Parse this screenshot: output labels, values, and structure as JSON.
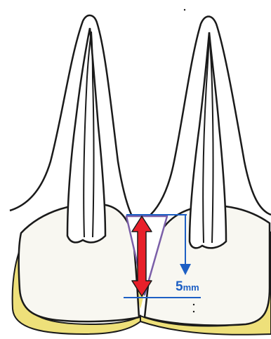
{
  "figure": {
    "measurement": {
      "value": "5",
      "unit": "mm"
    },
    "colors": {
      "outline": "#1a1a1a",
      "gingiva": "#eee07a",
      "bone_fill": "#f8f7f1",
      "arrow": "#e8202a",
      "measure_line": "#1d5fc4",
      "triangle_outline": "#7b5fa8"
    },
    "icons": {
      "double_arrow": "double-headed-arrow",
      "down_arrow": "down-arrow-icon"
    }
  }
}
